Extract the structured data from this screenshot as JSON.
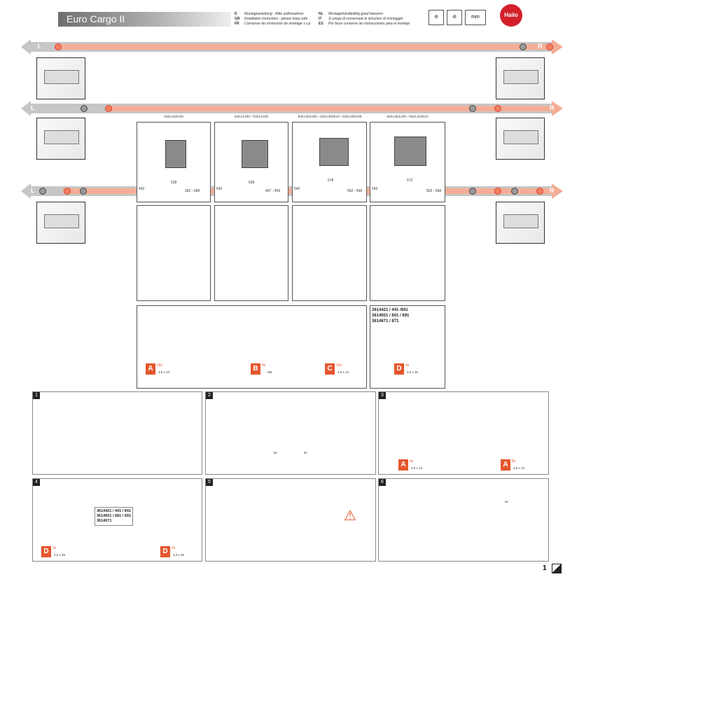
{
  "header": {
    "title": "Euro Cargo II",
    "logo": "Hailo",
    "languages": [
      {
        "code": "D",
        "text": "Montageanleitung - Bitte aufbewahren"
      },
      {
        "code": "GB",
        "text": "Installation instruction - please keep safe"
      },
      {
        "code": "FR",
        "text": "Conserver les instruction de montage s.v.p"
      },
      {
        "code": "NL",
        "text": "Montagehandleiding goed bewaren"
      },
      {
        "code": "IT",
        "text": "Si prega di conservare le istruzioni di montaggio"
      },
      {
        "code": "ES",
        "text": "Por favor conserve las instrucciones para el montaje"
      }
    ],
    "symbols": [
      "no-drill-icon",
      "no-fire-icon",
      "measure-icon"
    ],
    "measure_label": "mm"
  },
  "side_labels": {
    "left": "L",
    "right": "R"
  },
  "products": [
    {
      "code": "8461440100",
      "height": "542",
      "width": "528",
      "depth": "362 - 368"
    },
    {
      "code": "84614100 / 83614100",
      "height": "542",
      "width": "628",
      "depth": "457 - 459"
    },
    {
      "code": "8461460100 / 8461460910 / 8361460100",
      "height": "542",
      "width": "578",
      "depth": "562 - 568"
    },
    {
      "code": "8461464100 / 8461464910",
      "height": "542",
      "width": "572",
      "depth": "562 - 568"
    }
  ],
  "parts": [
    {
      "letter": "A",
      "qty": "16x",
      "screw": "4,5 x 13"
    },
    {
      "letter": "B",
      "qty": "4x",
      "screw": "M6"
    },
    {
      "letter": "C",
      "qty": "10x",
      "screw": "4,5 x 13"
    },
    {
      "letter": "D",
      "qty": "4x",
      "screw": "4,0 x 25"
    }
  ],
  "part_d_codes": [
    "3614421 / 441 /841",
    "3614651 / 601 / 691",
    "3614671 / 871"
  ],
  "steps": [
    {
      "number": "1"
    },
    {
      "number": "2",
      "labels": [
        "8x",
        "8x"
      ]
    },
    {
      "number": "3",
      "part": {
        "letter": "A",
        "qty": "4x",
        "screw": "4,5 x 13"
      },
      "part2": {
        "letter": "A",
        "qty": "8x",
        "screw": "4,5 x 13"
      }
    },
    {
      "number": "4",
      "codes": [
        "3614421 / 441 / 841",
        "3614651 / 681 / 691",
        "3614671"
      ],
      "part": {
        "letter": "D",
        "qty": "2x",
        "screw": "4,0 x 25"
      },
      "part2": {
        "letter": "D",
        "qty": "2x",
        "screw": "4,0 x 25"
      }
    },
    {
      "number": "5"
    },
    {
      "number": "6",
      "label": "6x"
    }
  ],
  "page_number": "1",
  "colors": {
    "accent": "#e4572e",
    "arrow_orange": "#f4ae97",
    "arrow_grey": "#c6c6c6",
    "logo": "#d3202b"
  }
}
